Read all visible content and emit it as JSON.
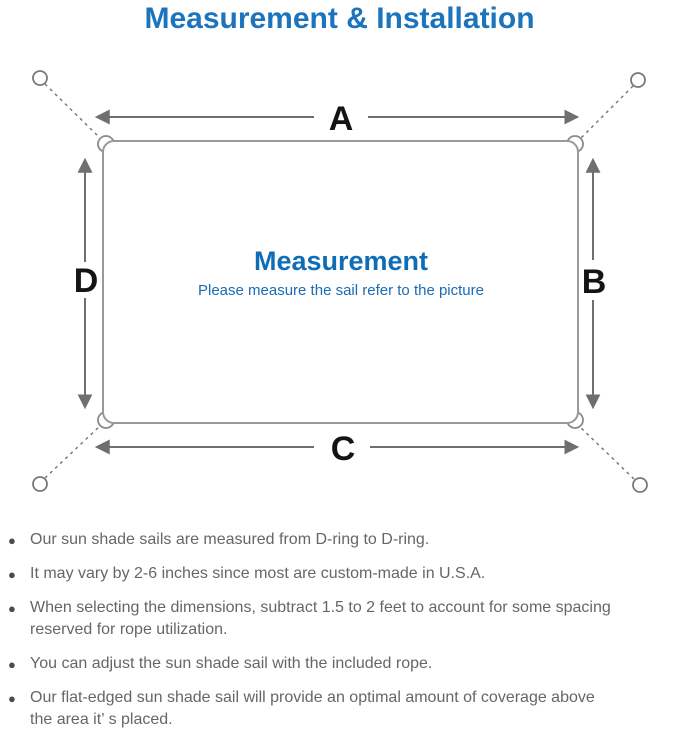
{
  "colors": {
    "title_blue": "#1b74bc",
    "center_blue": "#0f6db6",
    "line_gray": "#6f6f6f",
    "sail_border_gray": "#999999",
    "bullet_text_gray": "#666666"
  },
  "header": {
    "title": "Measurement & Installation"
  },
  "diagram": {
    "labels": {
      "top": "A",
      "right": "B",
      "bottom": "C",
      "left": "D"
    },
    "center": {
      "title": "Measurement",
      "subtitle": "Please measure the sail refer to the picture"
    }
  },
  "bullets": [
    {
      "lines": [
        "Our sun shade sails are measured from D-ring to D-ring."
      ]
    },
    {
      "lines": [
        "It may vary by 2-6 inches since most are custom-made in U.S.A."
      ]
    },
    {
      "lines": [
        "When selecting the dimensions, subtract 1.5 to 2 feet to account for some spacing",
        "reserved for rope utilization."
      ]
    },
    {
      "lines": [
        "You can adjust the sun shade sail with the included rope."
      ]
    },
    {
      "lines": [
        "Our flat-edged sun shade sail will provide an optimal amount of coverage above",
        "the area it’ s placed."
      ]
    }
  ]
}
